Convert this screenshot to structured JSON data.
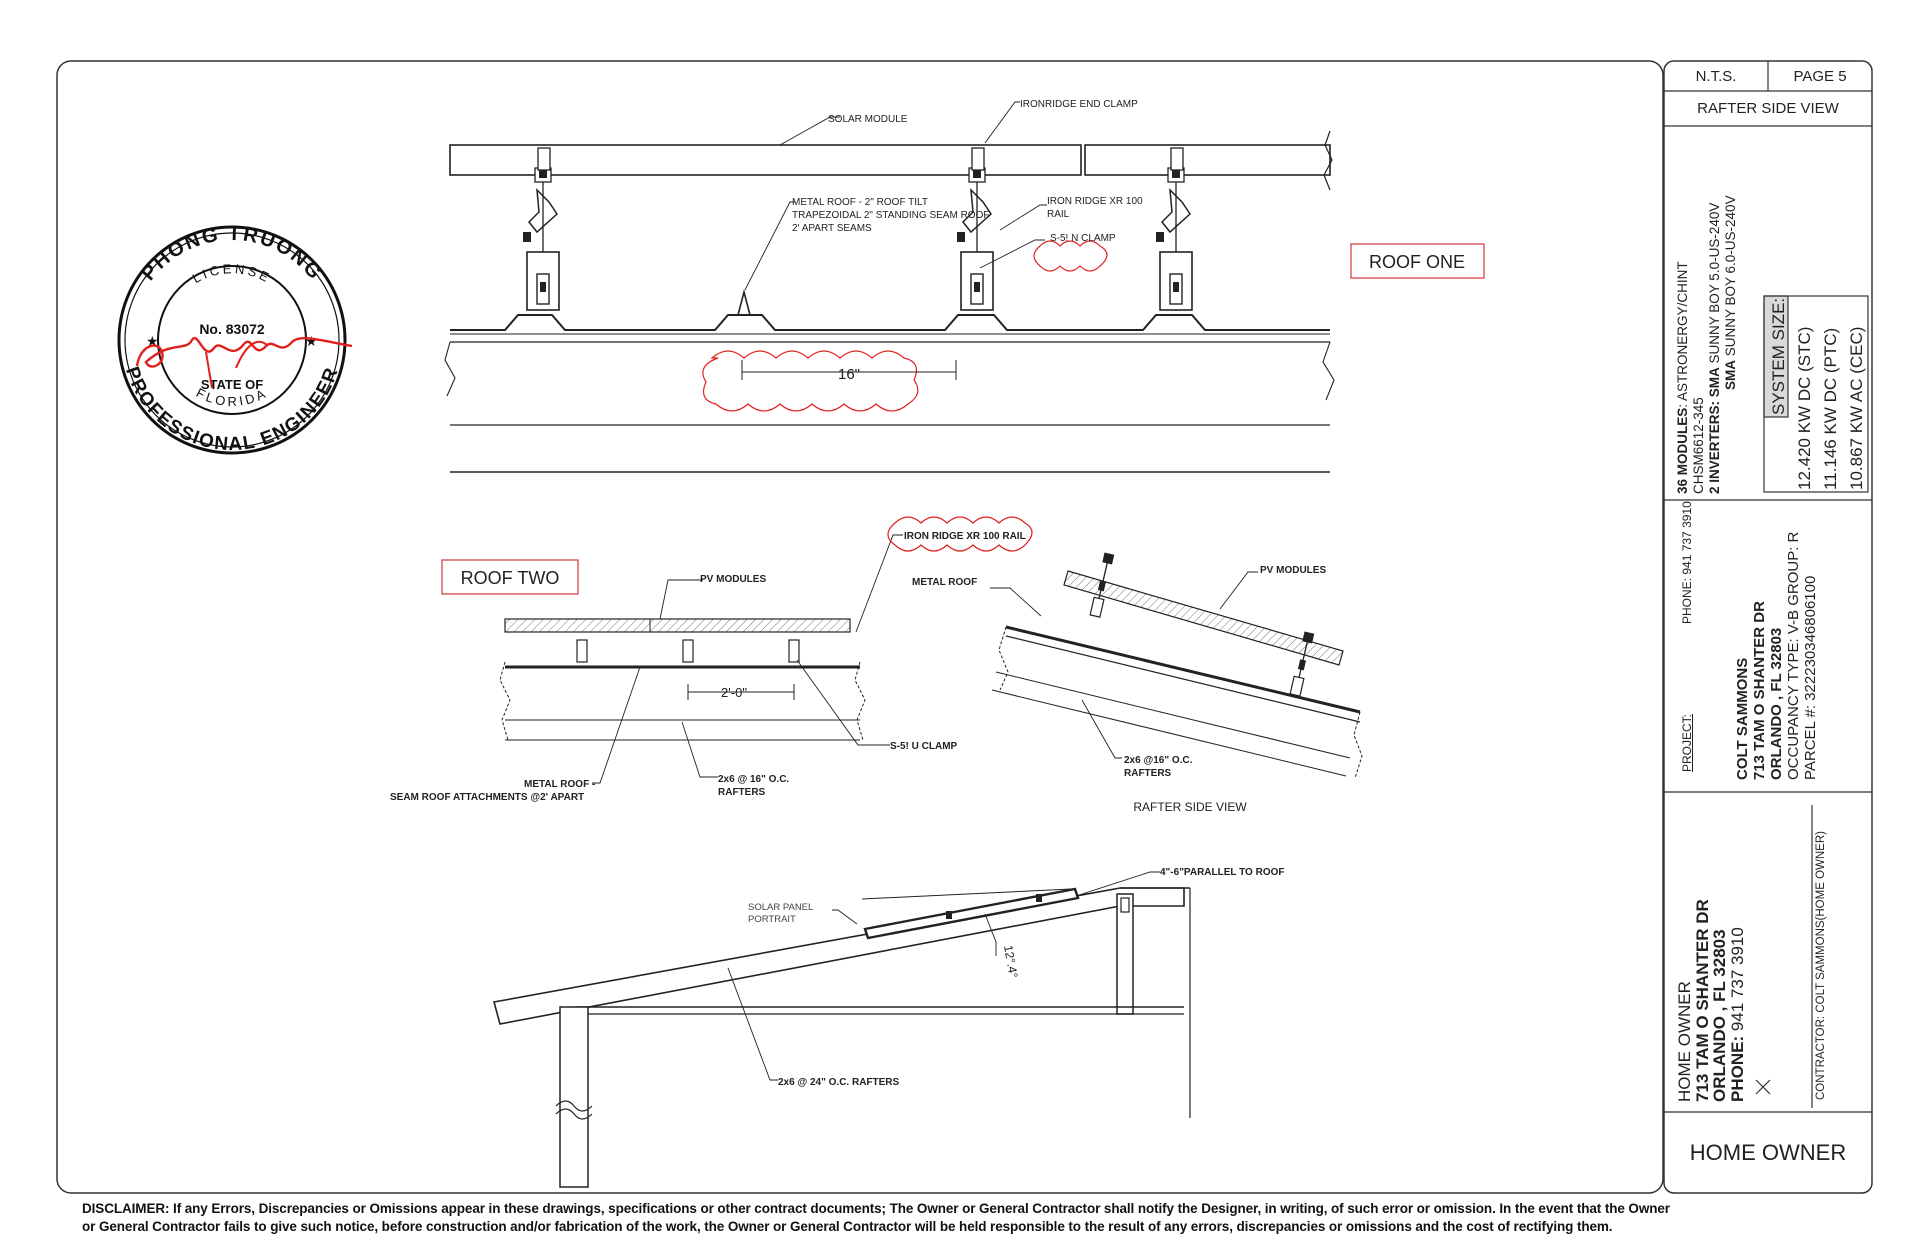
{
  "title_block": {
    "scale": "N.T.S.",
    "page": "PAGE 5",
    "sheet_title": "RAFTER SIDE VIEW",
    "system": {
      "modules_count": "36",
      "modules_label": " MODULES",
      "modules_value": ": ASTRONERGY/CHINT",
      "module_model": "CHSM6612-345",
      "inverters_count": "2",
      "inverters_label": " INVERTERS: ",
      "inverter_brand_1": "SMA",
      "inverter_model_1": " SUNNY BOY 5.0-US-240V",
      "inverter_brand_2": "SMA",
      "inverter_model_2": " SUNNY BOY 6.0-US-240V",
      "size_header": "SYSTEM SIZE:",
      "size_stc": "12.420  KW DC (STC)",
      "size_ptc": "11.146  KW DC (PTC)",
      "size_cec": "10.867  KW AC (CEC)"
    },
    "project": {
      "label": "PROJECT:",
      "phone": "PHONE: 941 737 3910",
      "name": "COLT SAMMONS",
      "address": "713 TAM O SHANTER DR",
      "city": "ORLANDO , FL 32803",
      "occupancy": "OCCUPANCY TYPE: V-B GROUP: R",
      "parcel": "PARCEL #: 322230346806100"
    },
    "owner_block": {
      "heading": "HOME OWNER",
      "address": "713 TAM O SHANTER DR",
      "city": "ORLANDO , FL 32803",
      "phone_label": "PHONE:",
      "phone": "  941 737 3910",
      "contractor": "CONTRACTOR: COLT SAMMONS(HOME OWNER)"
    },
    "footer": "HOME OWNER"
  },
  "seal": {
    "name": "PHONG TRUONG",
    "license_word": "LICENSE",
    "license_no": "No. 83072",
    "state_of": "STATE OF",
    "state": "FLORIDA",
    "profession": "PROFESSIONAL ENGINEER"
  },
  "roof_one": {
    "tag": "ROOF ONE",
    "solar_module": "SOLAR MODULE",
    "end_clamp": "IRONRIDGE END CLAMP",
    "metal_roof_1": "METAL ROOF - 2\" ROOF TILT",
    "metal_roof_2": "TRAPEZOIDAL 2\" STANDING SEAM ROOF",
    "metal_roof_3": "2' APART SEAMS",
    "rail_1": "IRON RIDGE XR 100",
    "rail_2": "RAIL",
    "clamp": "S-5! N CLAMP",
    "spacing": "16\""
  },
  "roof_two": {
    "tag": "ROOF TWO",
    "pv_modules": "PV MODULES",
    "rail": "IRON RIDGE XR 100 RAIL",
    "spacing": "2'-0\"",
    "clamp": "S-5! U CLAMP",
    "metal_roof_1": "METAL ROOF -",
    "metal_roof_2": "SEAM ROOF ATTACHMENTS @2' APART",
    "rafters_1": "2x6 @ 16\" O.C.",
    "rafters_2": "RAFTERS"
  },
  "rafter_view": {
    "metal_roof": "METAL ROOF",
    "pv_modules": "PV MODULES",
    "rafters_1": "2x6 @16\" O.C.",
    "rafters_2": "RAFTERS",
    "caption": "RAFTER SIDE VIEW"
  },
  "roof_section": {
    "parallel": "4\"-6\"PARALLEL TO ROOF",
    "panel_1": "SOLAR PANEL",
    "panel_2": "PORTRAIT",
    "pitch": "12°.4°",
    "rafters": "2x6 @ 24\" O.C. RAFTERS"
  },
  "disclaimer": {
    "label": "DISCLAIMER:",
    "text": " If any Errors, Discrepancies or Omissions appear in these drawings, specifications or other contract documents; The Owner or General Contractor shall notify the Designer, in writing, of such error or omission. In the event that the Owner or General Contractor fails to give such notice, before construction and/or fabrication of the work, the Owner or General Contractor will be held responsible to the result of any errors, discrepancies or omissions and the cost of rectifying them."
  },
  "colors": {
    "ink": "#222222",
    "revision": "#e0201c",
    "tag_border": "#d4333a",
    "highlight": "#d9d9d9"
  }
}
